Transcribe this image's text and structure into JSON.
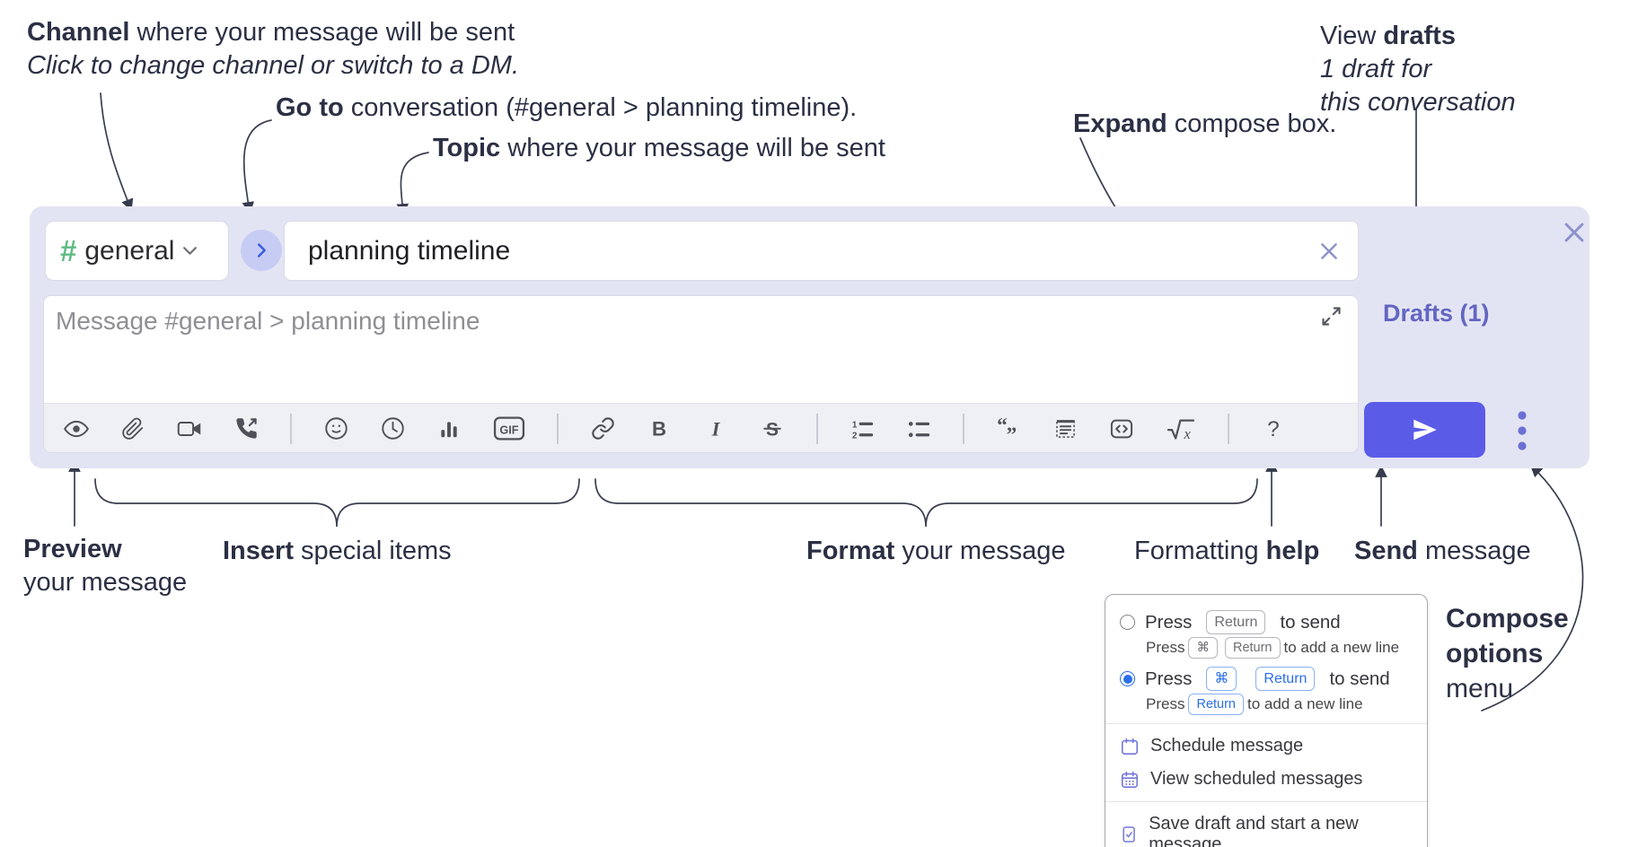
{
  "annotations": {
    "channel": {
      "bold": "Channel",
      "rest": " where your message will be sent",
      "line2": "Click to change channel or switch to a DM."
    },
    "goto": {
      "bold": "Go to",
      "rest": " conversation (#general > planning timeline)."
    },
    "topic": {
      "bold": "Topic",
      "rest": " where your message will be sent"
    },
    "expand": {
      "bold": "Expand",
      "rest": " compose box."
    },
    "view_drafts": {
      "pre": "View ",
      "bold": "drafts",
      "line2": "1 draft for",
      "line3": "this conversation"
    },
    "preview": {
      "bold": "Preview",
      "line2": "your message"
    },
    "insert": {
      "bold": "Insert",
      "rest": " special items"
    },
    "format": {
      "bold": "Format",
      "rest": " your message"
    },
    "help": {
      "pre": "Formatting ",
      "bold": "help"
    },
    "send": {
      "bold": "Send",
      "rest": " message"
    },
    "compose_options": {
      "line1": "Compose",
      "line2": "options",
      "line3": "menu"
    }
  },
  "composer": {
    "channel_hash": "#",
    "channel_name": "general",
    "topic_value": "planning timeline",
    "message_placeholder": "Message #general > planning timeline",
    "drafts_label": "Drafts (1)",
    "gif_label": "GIF"
  },
  "popup": {
    "option1": {
      "pre": "Press",
      "key1": "Return",
      "post": "to send",
      "sub_pre": "Press",
      "sub_key1": "⌘",
      "sub_key2": "Return",
      "sub_post": "to add a new line"
    },
    "option2": {
      "pre": "Press",
      "key1": "⌘",
      "key2": "Return",
      "post": "to send",
      "sub_pre": "Press",
      "sub_key1": "Return",
      "sub_post": "to add a new line"
    },
    "items": [
      "Schedule message",
      "View scheduled messages",
      "Save draft and start a new message"
    ]
  },
  "colors": {
    "container_bg": "#e3e4f3",
    "send_button": "#5a5ce8",
    "drafts_link": "#6366c2",
    "channel_hash_green": "#5fbb85",
    "selected_option_blue": "#2a6fe8",
    "icon_gray": "#4f5158",
    "annotation_ink": "#2b3044"
  }
}
